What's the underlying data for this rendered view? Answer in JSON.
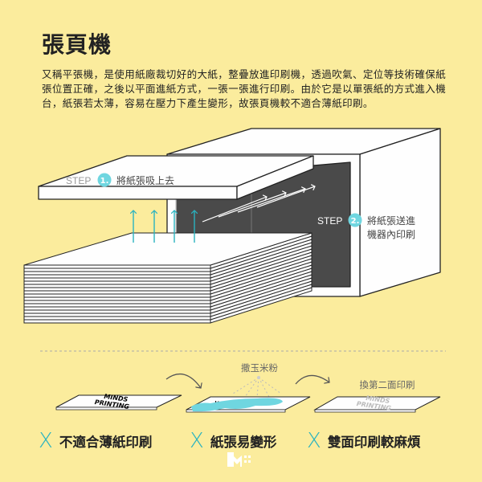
{
  "title": "張頁機",
  "intro": "又稱平張機，是使用紙廠裁切好的大紙，整疊放進印刷機，透過吹氣、定位等技術確保紙張位置正確，之後以平面進紙方式，一張一張進行印刷。由於它是以單張紙的方式進入機台，紙張若太薄，容易在壓力下產生變形，故張頁機較不適合薄紙印刷。",
  "steps": [
    {
      "prefix": "STEP",
      "num": "1.",
      "text": "將紙張吸上去"
    },
    {
      "prefix": "STEP",
      "num": "2.",
      "text_line1": "將紙張送進",
      "text_line2": "機器內印刷"
    }
  ],
  "process": {
    "powder_label": "撒玉米粉",
    "flip_label": "換第二面印刷",
    "sheet_print_line1": "MINDS",
    "sheet_print_line2": "PRINTING"
  },
  "cons": [
    {
      "mark": "X",
      "label": "不適合薄紙印刷"
    },
    {
      "mark": "X",
      "label": "紙張易變形"
    },
    {
      "mark": "X",
      "label": "雙面印刷較麻煩"
    }
  ],
  "colors": {
    "background": "#fbec9d",
    "accent": "#2ab3c0",
    "ink": "#222222",
    "machine_window": "#4a4a4a"
  },
  "icons": [
    "arrow-up-icon",
    "arrow-right-icon",
    "curved-arrow-icon",
    "x-mark-icon",
    "brand-logo-icon"
  ]
}
